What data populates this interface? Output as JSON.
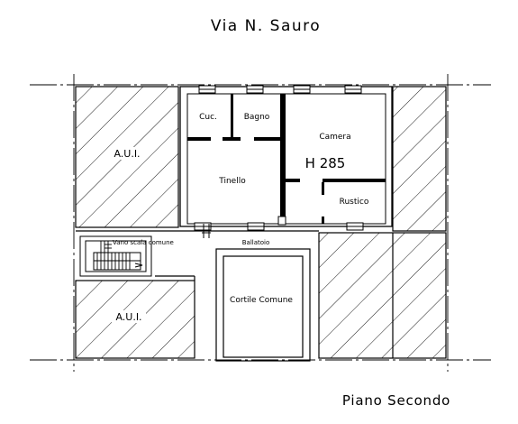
{
  "header": {
    "street": "Via N. Sauro"
  },
  "footer": {
    "floor": "Piano Secondo"
  },
  "rooms": {
    "cucina": "Cuc.",
    "bagno": "Bagno",
    "camera": "Camera",
    "tinello": "Tinello",
    "ripostiglio": "Rustico",
    "ballatoio": "Ballatoio",
    "cortile": "Cortile Comune",
    "vano_scala": "Vano scala comune"
  },
  "neighbors": {
    "top_left": "A.U.I.",
    "bottom_left": "A.U.I."
  },
  "height_label": "H 285"
}
